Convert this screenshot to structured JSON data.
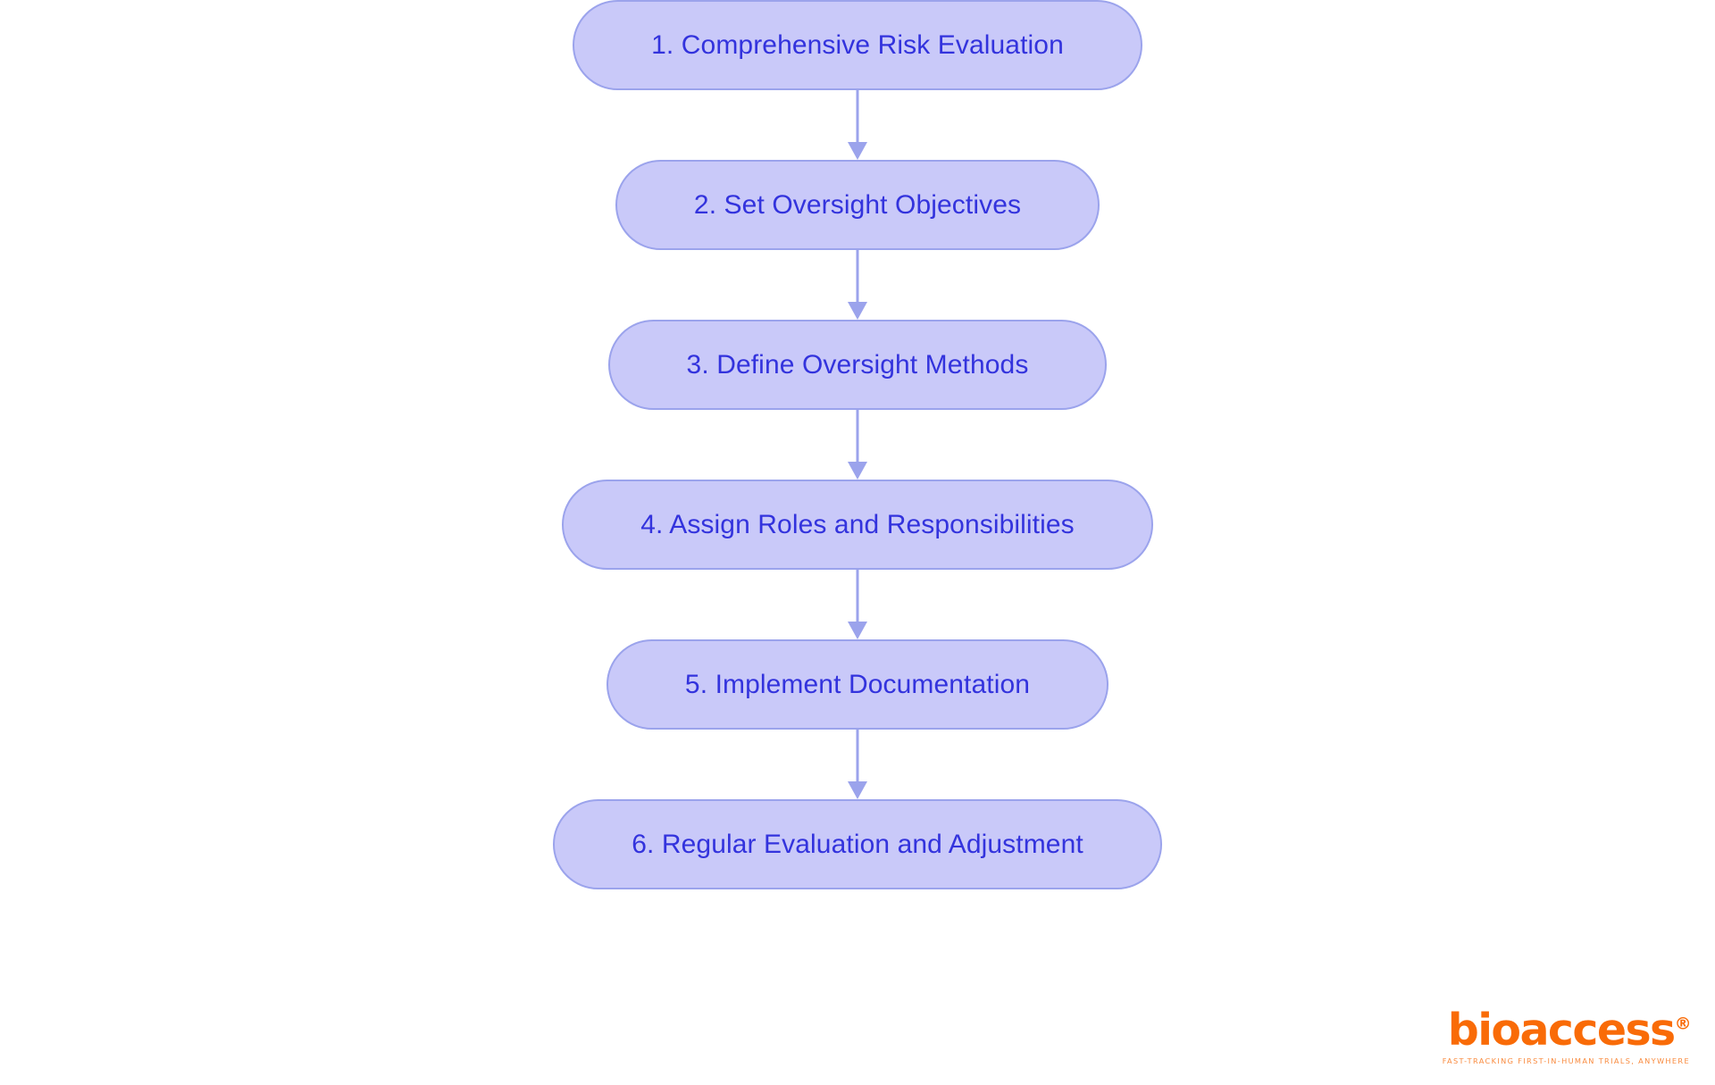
{
  "chart_data": {
    "type": "diagram",
    "diagram_type": "flowchart",
    "orientation": "vertical top-to-bottom",
    "title": "",
    "background_color": "#ffffff",
    "node_fill_color": "#c9c9f9",
    "node_border_color": "#9ba3ec",
    "node_text_color": "#3333dd",
    "connector_color": "#9ba3ec",
    "node_shape": "pill",
    "nodes": [
      {
        "id": 1,
        "label": "1. Comprehensive Risk Evaluation"
      },
      {
        "id": 2,
        "label": "2. Set Oversight Objectives"
      },
      {
        "id": 3,
        "label": "3. Define Oversight Methods"
      },
      {
        "id": 4,
        "label": "4. Assign Roles and Responsibilities"
      },
      {
        "id": 5,
        "label": "5. Implement Documentation"
      },
      {
        "id": 6,
        "label": "6. Regular Evaluation and Adjustment"
      }
    ],
    "edges": [
      {
        "from": 1,
        "to": 2,
        "style": "solid arrow"
      },
      {
        "from": 2,
        "to": 3,
        "style": "solid arrow"
      },
      {
        "from": 3,
        "to": 4,
        "style": "solid arrow"
      },
      {
        "from": 4,
        "to": 5,
        "style": "solid arrow"
      },
      {
        "from": 5,
        "to": 6,
        "style": "solid arrow"
      }
    ]
  },
  "brand": {
    "wordmark": "bioaccess",
    "registered_mark": "®",
    "tagline": "FAST-TRACKING FIRST-IN-HUMAN TRIALS, ANYWHERE",
    "color": "#f96b07"
  }
}
